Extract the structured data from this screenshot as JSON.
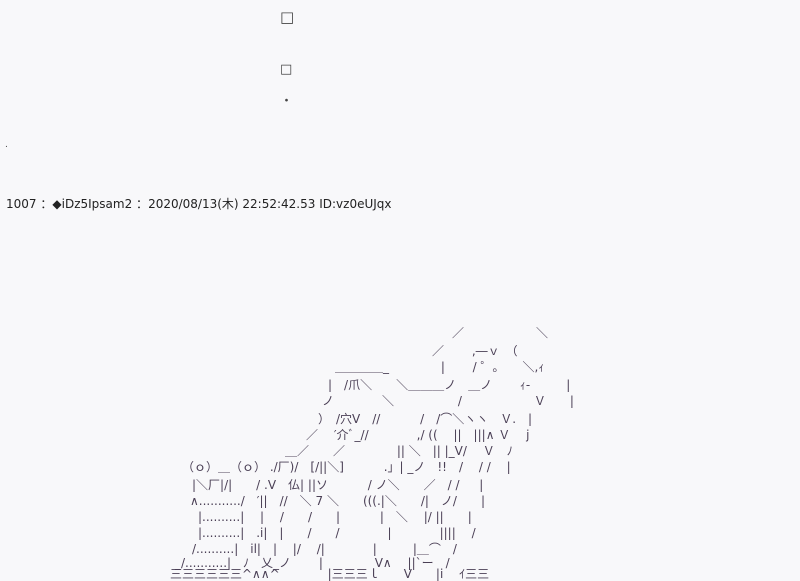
{
  "marks": [
    "□",
    "□",
    "・",
    "."
  ],
  "post": {
    "number": "1007",
    "separator": "：",
    "name": "◆iDz5Ipsam2",
    "datetime": "2020/08/13(木) 22:52:42.53",
    "id": "ID:vz0eUJqx"
  },
  "art_lines": [
    "／　　　　　　＼",
    "／　　 ,―ｖ　（",
    "＿＿＿＿_　　　　 |　　 / ゜｡　　＼,ｨ",
    "|　/爪＼　　＼＿＿＿ノ　＿ノ　　 ｨ-　　　|",
    "ノ　　　　＼　　　　　 /　　　　　　Ｖ　　|",
    "）　/穴V　//　　　 /　/⌒＼ヽヽ　Ｖ.　|",
    "／　 ′介ﾞ_//　　　　,/ ((　 ||　|||∧ Ｖ　 j",
    "＿／　　／　　　　 || ＼　|| |_V/　 Ｖ　ﾉ",
    "（ｏ）＿（ｏ） ./厂)/　[/||＼]　　　 .」| _ノ　!!　/　 / /　 |",
    "|＼厂|/|　　/ .V　仏| ||ソ　　　 / ノ＼　　／　/ / 　 |",
    "∧.........../　′||　//　＼ 7 ＼　　(((.|＼　　/|　ノ/　　|",
    "|..........|　 |　 /　　/　　|　　　 |　＼　 |/ ||　　|",
    "|..........|　.i|　|　　/　　/　　　　|　　　　||||　 /",
    "/..........|　il|　|　 |/　 /|　　　　|　　　|＿⌒　/",
    "_/...........|　ﾉ　乂_ノ　 　|　　　　 V∧　 ||`ー　/",
    "三三三三三三^∧∧^　　　　|三三三ｌ　　V　　|i　 ｲ三三"
  ]
}
